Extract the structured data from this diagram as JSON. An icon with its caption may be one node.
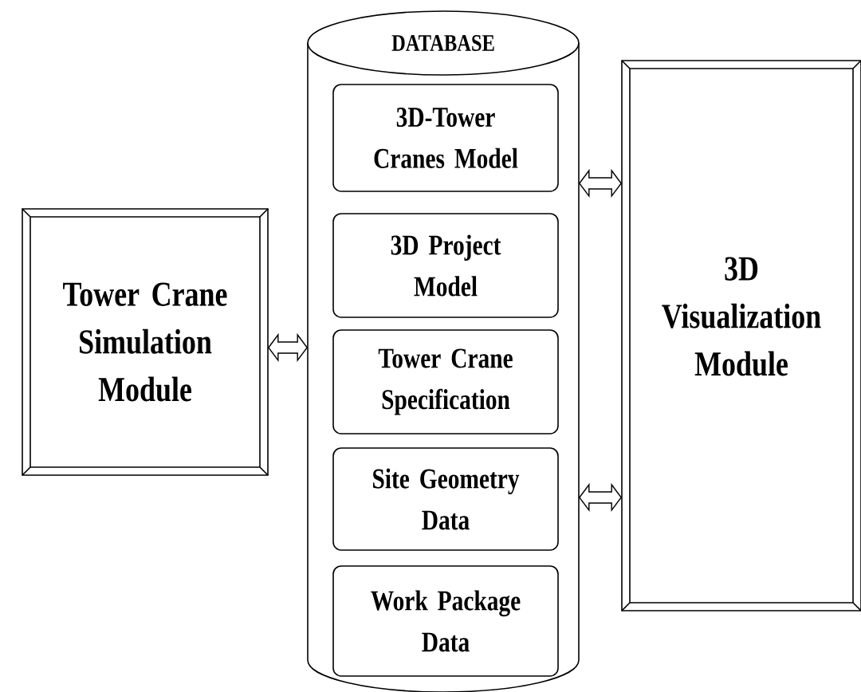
{
  "diagram": {
    "nodes": [
      {
        "text": [
          "Tower Crane Simulation Module"
        ]
      },
      {
        "text": [
          "DATABASE"
        ]
      },
      {
        "text": [
          "3D-Tower Cranes Model"
        ],
        "in": 1
      },
      {
        "text": [
          "3D Project Model"
        ],
        "in": 1
      },
      {
        "text": [
          "Tower Crane Specification"
        ],
        "in": 1
      },
      {
        "text": [
          "Site Geometry Data"
        ],
        "in": 1
      },
      {
        "text": [
          "Work Package Data"
        ],
        "in": 1
      },
      {
        "text": [
          "3D Visualization Module"
        ]
      }
    ],
    "edges": [
      {
        "from": 0,
        "to": 1,
        "arrow": "both"
      },
      {
        "from": 1,
        "to": 7,
        "arrow": "both"
      },
      {
        "from": 1,
        "to": 7,
        "arrow": "both"
      }
    ]
  }
}
